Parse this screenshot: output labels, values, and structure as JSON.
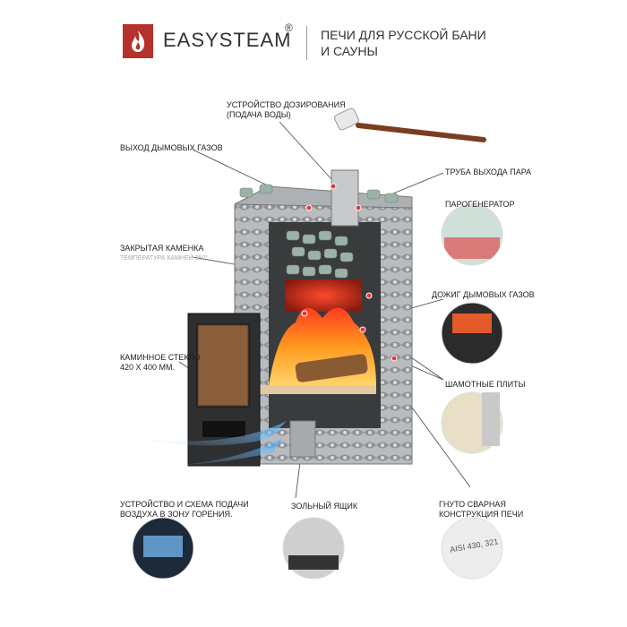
{
  "header": {
    "brand": "EASYSTEAM",
    "registered": "®",
    "tagline_line1": "ПЕЧИ ДЛЯ РУССКОЙ БАНИ",
    "tagline_line2": "И САУНЫ"
  },
  "labels": {
    "dosing_line1": "УСТРОЙСТВО ДОЗИРОВАНИЯ",
    "dosing_line2": "(ПОДАЧА ВОДЫ)",
    "flue_exit": "ВЫХОД ДЫМОВЫХ ГАЗОВ",
    "steam_pipe": "ТРУБА ВЫХОДА ПАРА",
    "steam_generator": "ПАРОГЕНЕРАТОР",
    "closed_stones": "ЗАКРЫТАЯ КАМЕНКА",
    "closed_stones_sub": "ТЕМПЕРАТУРА КАМНЕЙ 350°",
    "afterburn": "ДОЖИГ ДЫМОВЫХ ГАЗОВ",
    "glass_line1": "КАМИННОЕ СТЕКЛО",
    "glass_line2": "420 Х 400 ММ.",
    "chamotte": "ШАМОТНЫЕ ПЛИТЫ",
    "air_line1": "УСТРОЙСТВО И СХЕМА ПОДАЧИ",
    "air_line2": "ВОЗДУХА В ЗОНУ ГОРЕНИЯ.",
    "ash_box": "ЗОЛЬНЫЙ ЯЩИК",
    "bent_line1": "ГНУТО СВАРНАЯ",
    "bent_line2": "КОНСТРУКЦИЯ ПЕЧИ",
    "steel_grade": "AISI 430, 321"
  },
  "colors": {
    "brand_red": "#b5312b",
    "marker_red": "#e23b3b",
    "steel": "#9a9ea2",
    "fire": "#f07a1a"
  },
  "icons": [
    "flame-logo-icon"
  ]
}
